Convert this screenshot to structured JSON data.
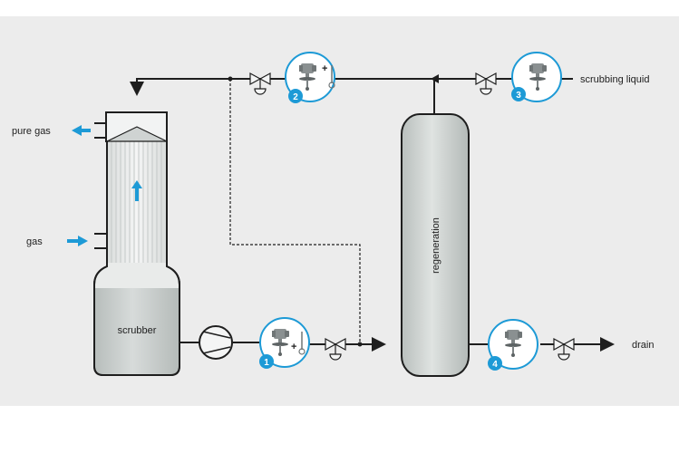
{
  "labels": {
    "pure_gas": "pure gas",
    "gas": "gas",
    "scrubber": "scrubber",
    "regeneration": "regeneration",
    "scrubbing_liquid": "scrubbing liquid",
    "drain": "drain"
  },
  "instruments": [
    {
      "number": "1",
      "type": "level transmitter with temperature sensor"
    },
    {
      "number": "2",
      "type": "level transmitter with temperature sensor"
    },
    {
      "number": "3",
      "type": "level transmitter"
    },
    {
      "number": "4",
      "type": "level transmitter"
    }
  ],
  "colors": {
    "background_panel": "#ececec",
    "page": "#ffffff",
    "pipe": "#1e1e1e",
    "accent_blue": "#1d9ad6",
    "vessel_fill": "#d6dad9",
    "liquid_fill": "#c3c9c7",
    "instrument_gray": "#7d8384"
  }
}
